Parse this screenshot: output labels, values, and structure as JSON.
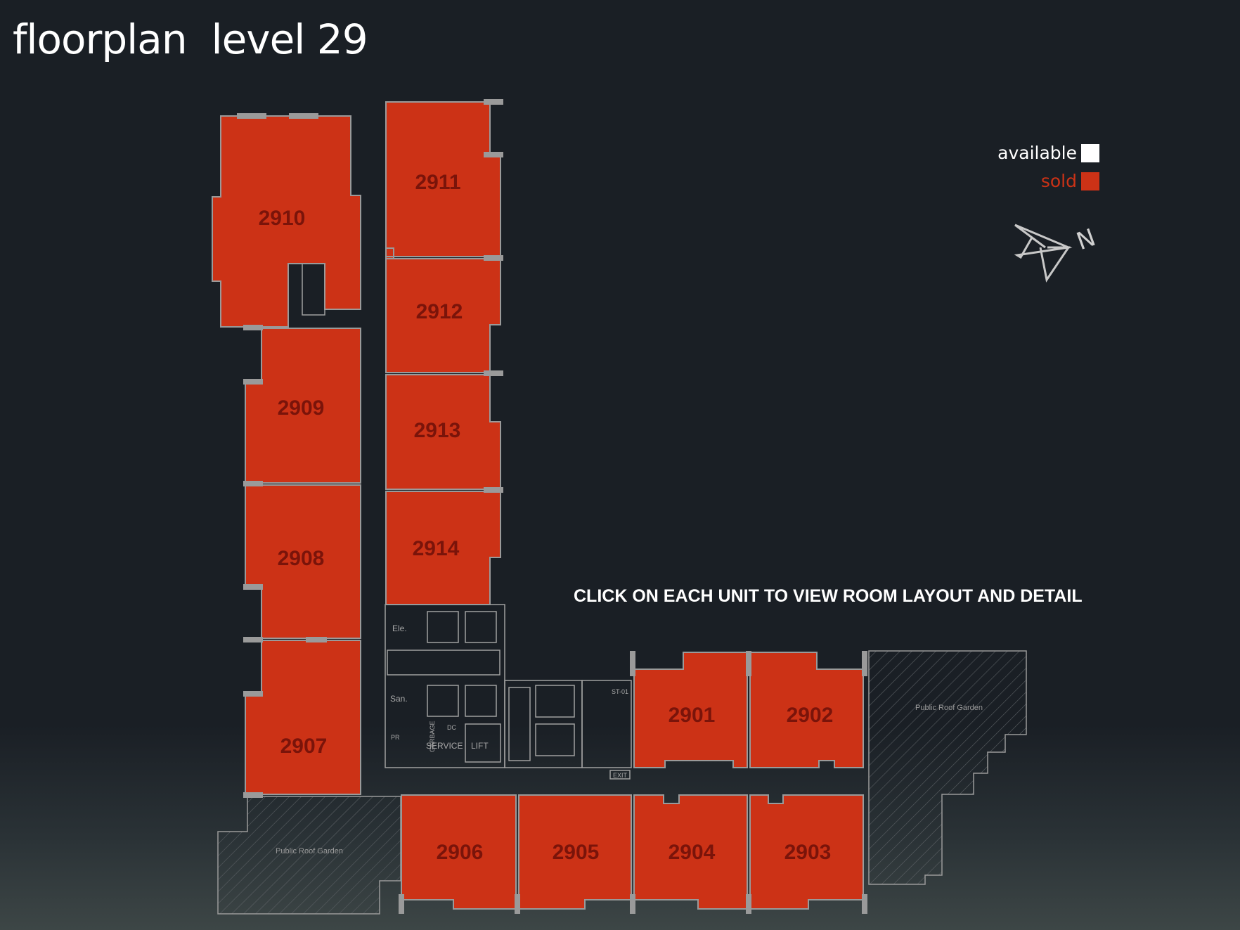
{
  "title": "floorplan  level 29",
  "legend": {
    "available_label": "available",
    "sold_label": "sold",
    "available_color": "#ffffff",
    "sold_color": "#cc3216"
  },
  "compass_label": "N",
  "instruction": "CLICK ON EACH UNIT TO VIEW ROOM LAYOUT AND DETAIL",
  "units": [
    {
      "id": "2901",
      "status": "sold"
    },
    {
      "id": "2902",
      "status": "sold"
    },
    {
      "id": "2903",
      "status": "sold"
    },
    {
      "id": "2904",
      "status": "sold"
    },
    {
      "id": "2905",
      "status": "sold"
    },
    {
      "id": "2906",
      "status": "sold"
    },
    {
      "id": "2907",
      "status": "sold"
    },
    {
      "id": "2908",
      "status": "sold"
    },
    {
      "id": "2909",
      "status": "sold"
    },
    {
      "id": "2910",
      "status": "sold"
    },
    {
      "id": "2911",
      "status": "sold"
    },
    {
      "id": "2912",
      "status": "sold"
    },
    {
      "id": "2913",
      "status": "sold"
    },
    {
      "id": "2914",
      "status": "sold"
    }
  ],
  "core_labels": {
    "ele": "Ele.",
    "san": "San.",
    "service": "SERVICE",
    "lift": "LIFT",
    "garbage": "GARBAGE",
    "pr": "PR",
    "st": "ST-01",
    "exit": "EXIT",
    "dc": "DC"
  },
  "garden_label": "Public Roof Garden"
}
